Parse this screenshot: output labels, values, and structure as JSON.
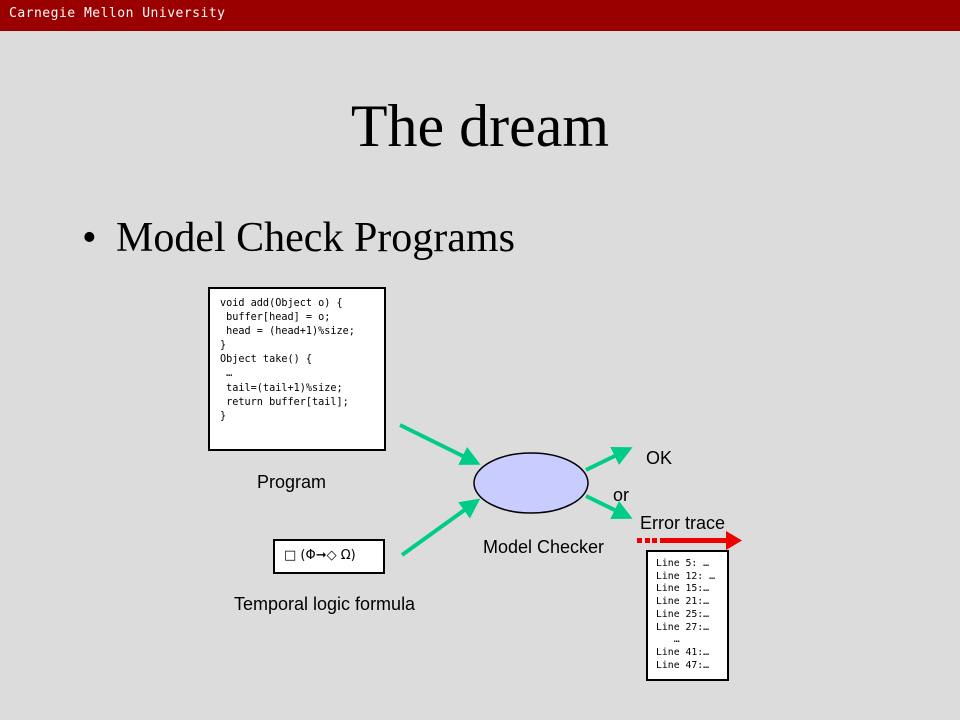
{
  "header": {
    "institution": "Carnegie Mellon University"
  },
  "slide": {
    "title": "The dream",
    "bullet": "Model Check Programs"
  },
  "diagram": {
    "code": "void add(Object o) {\n buffer[head] = o;\n head = (head+1)%size;\n}\nObject take() {\n …\n tail=(tail+1)%size;\n return buffer[tail];\n}",
    "formula": "□ (Φ➞◇ Ω)",
    "trace": "Line 5: …\nLine 12: …\nLine 15:…\nLine 21:…\nLine 25:…\nLine 27:…\n   …\nLine 41:…\nLine 47:…",
    "labels": {
      "program": "Program",
      "formula": "Temporal logic formula",
      "checker": "Model Checker",
      "ok": "OK",
      "or": "or",
      "error": "Error trace"
    },
    "colors": {
      "arrow": "#00cc88",
      "checker_fill": "#c8ccff",
      "trace_arrow": "#ee0000",
      "header_bg": "#9b0000"
    }
  }
}
